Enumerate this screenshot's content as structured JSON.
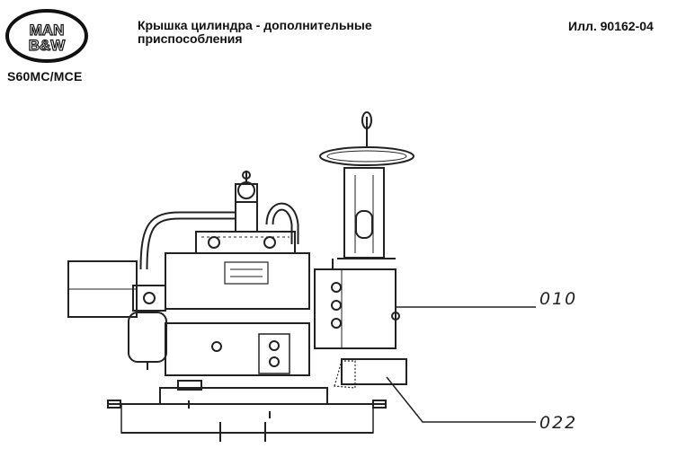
{
  "header": {
    "logo_line1": "MAN",
    "logo_line2": "B&W",
    "model": "S60MC/MCE",
    "title": "Крышка цилиндра - дополнительные приспособления",
    "illustration_number": "Илл. 90162-04"
  },
  "callouts": [
    {
      "label": "010"
    },
    {
      "label": "022"
    }
  ]
}
